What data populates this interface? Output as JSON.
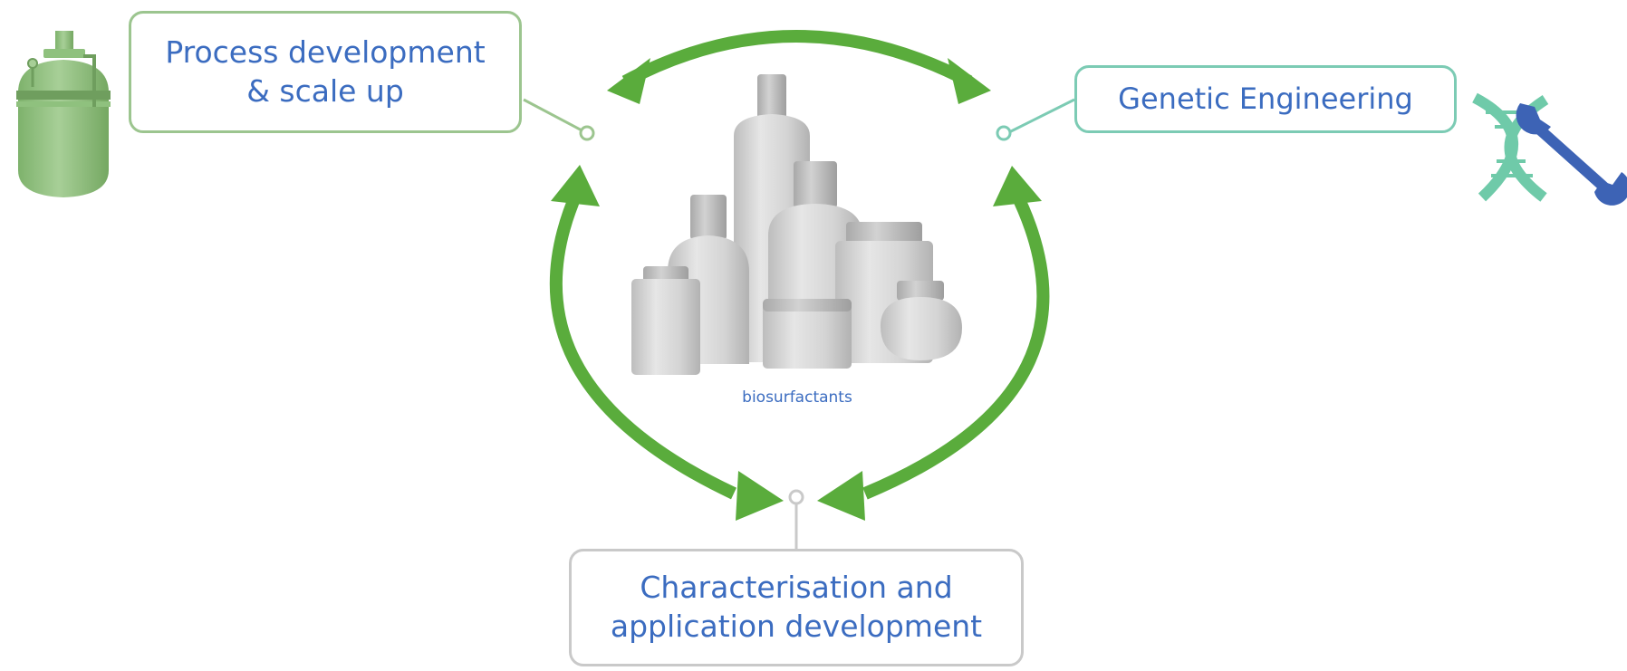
{
  "diagram": {
    "center_label": "biosurfactants",
    "nodes": {
      "process": {
        "lines": [
          "Process development",
          "& scale up"
        ]
      },
      "genetic": {
        "lines": [
          "Genetic Engineering"
        ]
      },
      "characterisation": {
        "lines": [
          "Characterisation and",
          "application development"
        ]
      }
    },
    "colors": {
      "cycle_arrow": "#5aac3c",
      "process_border": "#9cc58f",
      "genetic_border": "#7ccbb4",
      "charac_border": "#c9c9c9",
      "text": "#3b6cc0",
      "reactor": "#8fc17e",
      "dna": "#6fcaa9",
      "wrench": "#3d63b5"
    },
    "icons": [
      "bioreactor-icon",
      "dna-wrench-icon",
      "cosmetic-bottles-icon"
    ]
  }
}
